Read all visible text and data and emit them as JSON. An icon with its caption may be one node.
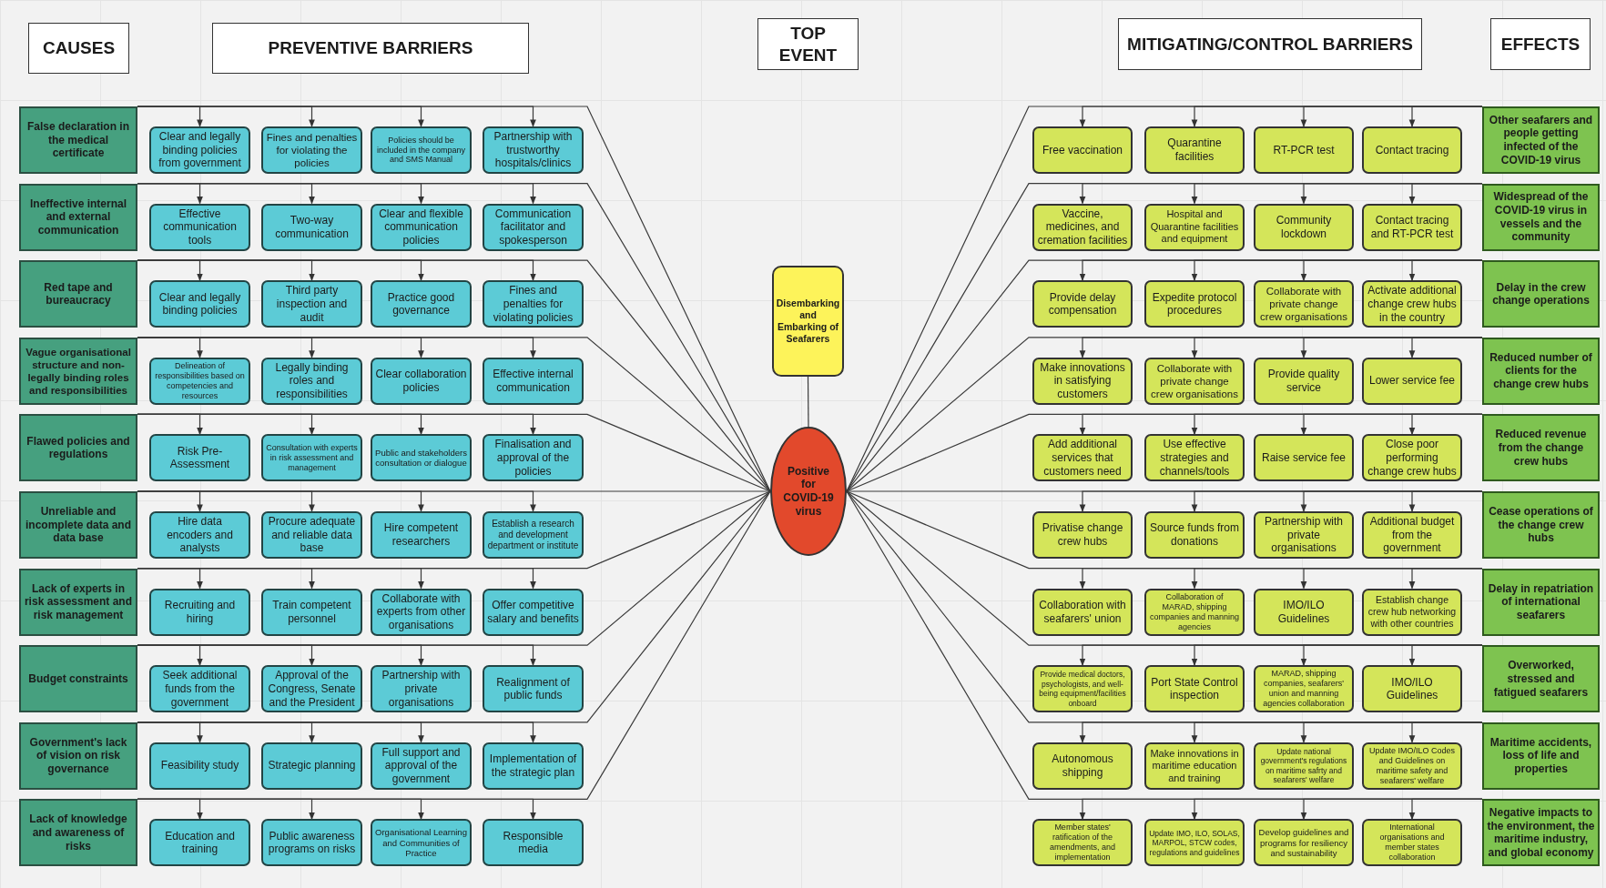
{
  "diagram": {
    "nodes": [
      {
        "text": [
          "CAUSES"
        ]
      },
      {
        "text": [
          "PREVENTIVE BARRIERS"
        ]
      },
      {
        "text": [
          "TOP EVENT"
        ]
      },
      {
        "text": [
          "MITIGATING/CONTROL BARRIERS"
        ]
      },
      {
        "text": [
          "EFFECTS"
        ]
      },
      {
        "text": [
          "Disembarking and Embarking of Seafarers"
        ]
      },
      {
        "text": [
          "Positive for COVID-19 virus"
        ]
      },
      {
        "text": [
          "False declaration in the medical certificate"
        ]
      },
      {
        "text": [
          "Clear and legally binding policies from government"
        ]
      },
      {
        "text": [
          "Fines and penalties for violating the policies"
        ]
      },
      {
        "text": [
          "Policies should be included in the company and SMS Manual"
        ]
      },
      {
        "text": [
          "Partnership with trustworthy hospitals/clinics"
        ]
      },
      {
        "text": [
          "Ineffective internal and external communication"
        ]
      },
      {
        "text": [
          "Effective communication tools"
        ]
      },
      {
        "text": [
          "Two-way communication"
        ]
      },
      {
        "text": [
          "Clear and flexible communication policies"
        ]
      },
      {
        "text": [
          "Communication facilitator and spokesperson"
        ]
      },
      {
        "text": [
          "Red tape and bureaucracy"
        ]
      },
      {
        "text": [
          "Clear and legally binding policies"
        ]
      },
      {
        "text": [
          "Third party inspection and audit"
        ]
      },
      {
        "text": [
          "Practice good governance"
        ]
      },
      {
        "text": [
          "Fines and penalties for violating policies"
        ]
      },
      {
        "text": [
          "Vague organisational structure and non-legally binding roles and responsibilities"
        ]
      },
      {
        "text": [
          "Delineation of responsibilities based on competencies and resources"
        ]
      },
      {
        "text": [
          "Legally binding roles and responsibilities"
        ]
      },
      {
        "text": [
          "Clear collaboration policies"
        ]
      },
      {
        "text": [
          "Effective internal communication"
        ]
      },
      {
        "text": [
          "Flawed policies and regulations"
        ]
      },
      {
        "text": [
          "Risk Pre-Assessment"
        ]
      },
      {
        "text": [
          "Consultation with experts in risk assessment and management"
        ]
      },
      {
        "text": [
          "Public and stakeholders consultation or dialogue"
        ]
      },
      {
        "text": [
          "Finalisation and approval of the policies"
        ]
      },
      {
        "text": [
          "Unreliable and incomplete data and data base"
        ]
      },
      {
        "text": [
          "Hire data encoders and analysts"
        ]
      },
      {
        "text": [
          "Procure adequate and reliable data base"
        ]
      },
      {
        "text": [
          "Hire competent researchers"
        ]
      },
      {
        "text": [
          "Establish a research and development department or institute"
        ]
      },
      {
        "text": [
          "Lack of experts in risk assessment and risk management"
        ]
      },
      {
        "text": [
          "Recruiting and hiring"
        ]
      },
      {
        "text": [
          "Train competent personnel"
        ]
      },
      {
        "text": [
          "Collaborate with experts from other organisations"
        ]
      },
      {
        "text": [
          "Offer competitive salary and benefits"
        ]
      },
      {
        "text": [
          "Budget constraints"
        ]
      },
      {
        "text": [
          "Seek additional funds from the government"
        ]
      },
      {
        "text": [
          "Approval of the Congress, Senate and the President"
        ]
      },
      {
        "text": [
          "Partnership with private organisations"
        ]
      },
      {
        "text": [
          "Realignment of public funds"
        ]
      },
      {
        "text": [
          "Government's lack of vision on risk governance"
        ]
      },
      {
        "text": [
          "Feasibility study"
        ]
      },
      {
        "text": [
          "Strategic planning"
        ]
      },
      {
        "text": [
          "Full support and approval of the government"
        ]
      },
      {
        "text": [
          "Implementation of the strategic plan"
        ]
      },
      {
        "text": [
          "Lack of knowledge and awareness of risks"
        ]
      },
      {
        "text": [
          "Education and training"
        ]
      },
      {
        "text": [
          "Public awareness programs on risks"
        ]
      },
      {
        "text": [
          "Organisational Learning and Communities of Practice"
        ]
      },
      {
        "text": [
          "Responsible media"
        ]
      },
      {
        "text": [
          "Free vaccination"
        ]
      },
      {
        "text": [
          "Quarantine facilities"
        ]
      },
      {
        "text": [
          "RT-PCR test"
        ]
      },
      {
        "text": [
          "Contact tracing"
        ]
      },
      {
        "text": [
          "Other seafarers and people getting infected of the COVID-19 virus"
        ]
      },
      {
        "text": [
          "Vaccine, medicines, and cremation facilities"
        ]
      },
      {
        "text": [
          "Hospital and Quarantine facilities and equipment"
        ]
      },
      {
        "text": [
          "Community lockdown"
        ]
      },
      {
        "text": [
          "Contact tracing and RT-PCR test"
        ]
      },
      {
        "text": [
          "Widespread of the COVID-19 virus in vessels and the community"
        ]
      },
      {
        "text": [
          "Provide delay compensation"
        ]
      },
      {
        "text": [
          "Expedite protocol procedures"
        ]
      },
      {
        "text": [
          "Collaborate with private change crew organisations"
        ]
      },
      {
        "text": [
          "Activate additional change crew hubs in the country"
        ]
      },
      {
        "text": [
          "Delay in the crew change operations"
        ]
      },
      {
        "text": [
          "Make innovations in satisfying customers"
        ]
      },
      {
        "text": [
          "Collaborate with private change crew organisations"
        ]
      },
      {
        "text": [
          "Provide quality service"
        ]
      },
      {
        "text": [
          "Lower service fee"
        ]
      },
      {
        "text": [
          "Reduced number of clients for the change crew hubs"
        ]
      },
      {
        "text": [
          "Add additional services that customers need"
        ]
      },
      {
        "text": [
          "Use effective strategies and channels/tools"
        ]
      },
      {
        "text": [
          "Raise service fee"
        ]
      },
      {
        "text": [
          "Close poor performing change crew hubs"
        ]
      },
      {
        "text": [
          "Reduced revenue from the change crew hubs"
        ]
      },
      {
        "text": [
          "Privatise change crew hubs"
        ]
      },
      {
        "text": [
          "Source funds from donations"
        ]
      },
      {
        "text": [
          "Partnership with private organisations"
        ]
      },
      {
        "text": [
          "Additional budget from the government"
        ]
      },
      {
        "text": [
          "Cease operations of the change crew hubs"
        ]
      },
      {
        "text": [
          "Collaboration with seafarers' union"
        ]
      },
      {
        "text": [
          "Collaboration of MARAD, shipping companies and manning agencies"
        ]
      },
      {
        "text": [
          "IMO/ILO Guidelines"
        ]
      },
      {
        "text": [
          "Establish change crew hub networking with other countries"
        ]
      },
      {
        "text": [
          "Delay in repatriation of international seafarers"
        ]
      },
      {
        "text": [
          "Provide medical doctors, psychologists, and well-being equipment/facilities onboard"
        ]
      },
      {
        "text": [
          "Port State Control inspection"
        ]
      },
      {
        "text": [
          "MARAD, shipping companies, seafarers' union and manning agencies collaboration"
        ]
      },
      {
        "text": [
          "IMO/ILO Guidelines"
        ]
      },
      {
        "text": [
          "Overworked, stressed and fatigued seafarers"
        ]
      },
      {
        "text": [
          "Autonomous shipping"
        ]
      },
      {
        "text": [
          "Make innovations in maritime education and training"
        ]
      },
      {
        "text": [
          "Update national government's regulations on maritime safrty and seafarers' welfare"
        ]
      },
      {
        "text": [
          "Update IMO/ILO Codes and Guidelines on maritime safety and seafarers' welfare"
        ]
      },
      {
        "text": [
          "Maritime accidents, loss of life and properties"
        ]
      },
      {
        "text": [
          "Member states' ratification of the amendments, and implementation"
        ]
      },
      {
        "text": [
          "Update IMO, ILO, SOLAS, MARPOL, STCW codes, regulations and guidelines"
        ]
      },
      {
        "text": [
          "Develop guidelines and programs for resiliency and sustainability"
        ]
      },
      {
        "text": [
          "International organisations and member states collaboration"
        ]
      },
      {
        "text": [
          "Negative impacts to the environment, the maritime industry, and global economy"
        ]
      }
    ],
    "edges": [
      {
        "from": 5,
        "to": 6,
        "arrow": "none"
      },
      {
        "from": 7,
        "to": 8,
        "arrow": "to"
      },
      {
        "from": 7,
        "to": 9,
        "arrow": "to"
      },
      {
        "from": 7,
        "to": 10,
        "arrow": "to"
      },
      {
        "from": 7,
        "to": 11,
        "arrow": "to"
      },
      {
        "from": 7,
        "to": 6,
        "arrow": "none"
      },
      {
        "from": 12,
        "to": 13,
        "arrow": "to"
      },
      {
        "from": 12,
        "to": 14,
        "arrow": "to"
      },
      {
        "from": 12,
        "to": 15,
        "arrow": "to"
      },
      {
        "from": 12,
        "to": 16,
        "arrow": "to"
      },
      {
        "from": 12,
        "to": 6,
        "arrow": "none"
      },
      {
        "from": 17,
        "to": 18,
        "arrow": "to"
      },
      {
        "from": 17,
        "to": 19,
        "arrow": "to"
      },
      {
        "from": 17,
        "to": 20,
        "arrow": "to"
      },
      {
        "from": 17,
        "to": 21,
        "arrow": "to"
      },
      {
        "from": 17,
        "to": 6,
        "arrow": "none"
      },
      {
        "from": 22,
        "to": 23,
        "arrow": "to"
      },
      {
        "from": 22,
        "to": 24,
        "arrow": "to"
      },
      {
        "from": 22,
        "to": 25,
        "arrow": "to"
      },
      {
        "from": 22,
        "to": 26,
        "arrow": "to"
      },
      {
        "from": 22,
        "to": 6,
        "arrow": "none"
      },
      {
        "from": 27,
        "to": 28,
        "arrow": "to"
      },
      {
        "from": 27,
        "to": 29,
        "arrow": "to"
      },
      {
        "from": 27,
        "to": 30,
        "arrow": "to"
      },
      {
        "from": 27,
        "to": 31,
        "arrow": "to"
      },
      {
        "from": 27,
        "to": 6,
        "arrow": "none"
      },
      {
        "from": 32,
        "to": 33,
        "arrow": "to"
      },
      {
        "from": 32,
        "to": 34,
        "arrow": "to"
      },
      {
        "from": 32,
        "to": 35,
        "arrow": "to"
      },
      {
        "from": 32,
        "to": 36,
        "arrow": "to"
      },
      {
        "from": 32,
        "to": 6,
        "arrow": "none"
      },
      {
        "from": 37,
        "to": 38,
        "arrow": "to"
      },
      {
        "from": 37,
        "to": 39,
        "arrow": "to"
      },
      {
        "from": 37,
        "to": 40,
        "arrow": "to"
      },
      {
        "from": 37,
        "to": 41,
        "arrow": "to"
      },
      {
        "from": 37,
        "to": 6,
        "arrow": "none"
      },
      {
        "from": 42,
        "to": 43,
        "arrow": "to"
      },
      {
        "from": 42,
        "to": 44,
        "arrow": "to"
      },
      {
        "from": 42,
        "to": 45,
        "arrow": "to"
      },
      {
        "from": 42,
        "to": 46,
        "arrow": "to"
      },
      {
        "from": 42,
        "to": 6,
        "arrow": "none"
      },
      {
        "from": 47,
        "to": 48,
        "arrow": "to"
      },
      {
        "from": 47,
        "to": 49,
        "arrow": "to"
      },
      {
        "from": 47,
        "to": 50,
        "arrow": "to"
      },
      {
        "from": 47,
        "to": 51,
        "arrow": "to"
      },
      {
        "from": 47,
        "to": 6,
        "arrow": "none"
      },
      {
        "from": 52,
        "to": 53,
        "arrow": "to"
      },
      {
        "from": 52,
        "to": 54,
        "arrow": "to"
      },
      {
        "from": 52,
        "to": 55,
        "arrow": "to"
      },
      {
        "from": 52,
        "to": 56,
        "arrow": "to"
      },
      {
        "from": 52,
        "to": 6,
        "arrow": "none"
      },
      {
        "from": 6,
        "to": 61,
        "arrow": "none"
      },
      {
        "from": 61,
        "to": 57,
        "arrow": "to"
      },
      {
        "from": 61,
        "to": 58,
        "arrow": "to"
      },
      {
        "from": 61,
        "to": 59,
        "arrow": "to"
      },
      {
        "from": 61,
        "to": 60,
        "arrow": "to"
      },
      {
        "from": 6,
        "to": 66,
        "arrow": "none"
      },
      {
        "from": 66,
        "to": 62,
        "arrow": "to"
      },
      {
        "from": 66,
        "to": 63,
        "arrow": "to"
      },
      {
        "from": 66,
        "to": 64,
        "arrow": "to"
      },
      {
        "from": 66,
        "to": 65,
        "arrow": "to"
      },
      {
        "from": 6,
        "to": 71,
        "arrow": "none"
      },
      {
        "from": 71,
        "to": 67,
        "arrow": "to"
      },
      {
        "from": 71,
        "to": 68,
        "arrow": "to"
      },
      {
        "from": 71,
        "to": 69,
        "arrow": "to"
      },
      {
        "from": 71,
        "to": 70,
        "arrow": "to"
      },
      {
        "from": 6,
        "to": 76,
        "arrow": "none"
      },
      {
        "from": 76,
        "to": 72,
        "arrow": "to"
      },
      {
        "from": 76,
        "to": 73,
        "arrow": "to"
      },
      {
        "from": 76,
        "to": 74,
        "arrow": "to"
      },
      {
        "from": 76,
        "to": 75,
        "arrow": "to"
      },
      {
        "from": 6,
        "to": 81,
        "arrow": "none"
      },
      {
        "from": 81,
        "to": 77,
        "arrow": "to"
      },
      {
        "from": 81,
        "to": 78,
        "arrow": "to"
      },
      {
        "from": 81,
        "to": 79,
        "arrow": "to"
      },
      {
        "from": 81,
        "to": 80,
        "arrow": "to"
      },
      {
        "from": 6,
        "to": 86,
        "arrow": "none"
      },
      {
        "from": 86,
        "to": 82,
        "arrow": "to"
      },
      {
        "from": 86,
        "to": 83,
        "arrow": "to"
      },
      {
        "from": 86,
        "to": 84,
        "arrow": "to"
      },
      {
        "from": 86,
        "to": 85,
        "arrow": "to"
      },
      {
        "from": 6,
        "to": 91,
        "arrow": "none"
      },
      {
        "from": 91,
        "to": 87,
        "arrow": "to"
      },
      {
        "from": 91,
        "to": 88,
        "arrow": "to"
      },
      {
        "from": 91,
        "to": 89,
        "arrow": "to"
      },
      {
        "from": 91,
        "to": 90,
        "arrow": "to"
      },
      {
        "from": 6,
        "to": 96,
        "arrow": "none"
      },
      {
        "from": 96,
        "to": 92,
        "arrow": "to"
      },
      {
        "from": 96,
        "to": 93,
        "arrow": "to"
      },
      {
        "from": 96,
        "to": 94,
        "arrow": "to"
      },
      {
        "from": 96,
        "to": 95,
        "arrow": "to"
      },
      {
        "from": 6,
        "to": 101,
        "arrow": "none"
      },
      {
        "from": 101,
        "to": 97,
        "arrow": "to"
      },
      {
        "from": 101,
        "to": 98,
        "arrow": "to"
      },
      {
        "from": 101,
        "to": 99,
        "arrow": "to"
      },
      {
        "from": 101,
        "to": 100,
        "arrow": "to"
      },
      {
        "from": 6,
        "to": 106,
        "arrow": "none"
      },
      {
        "from": 106,
        "to": 102,
        "arrow": "to"
      },
      {
        "from": 106,
        "to": 103,
        "arrow": "to"
      },
      {
        "from": 106,
        "to": 104,
        "arrow": "to"
      },
      {
        "from": 106,
        "to": 105,
        "arrow": "to"
      }
    ]
  }
}
